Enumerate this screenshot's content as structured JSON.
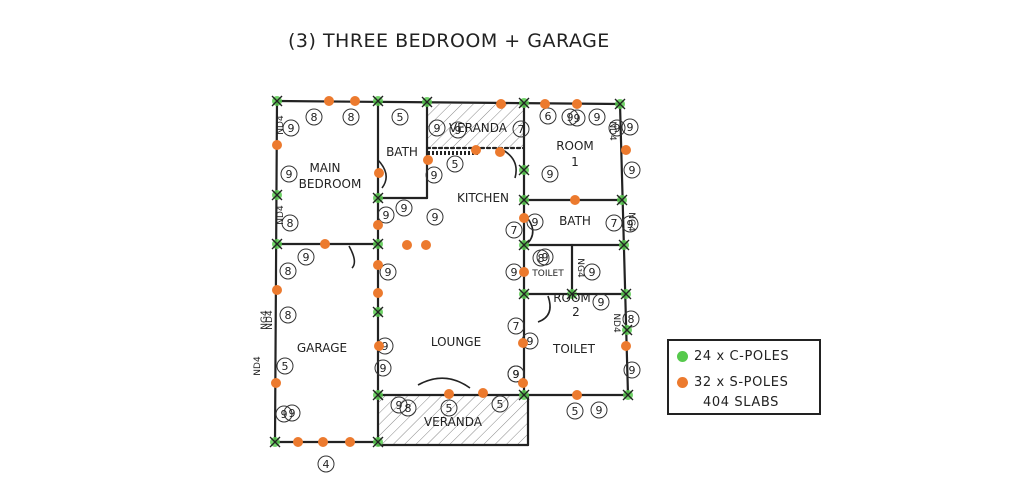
{
  "title": "(3) THREE BEDROOM + GARAGE",
  "legend": {
    "c_poles": "24 x C-POLES",
    "s_poles": "32 x S-POLES",
    "slabs": "404 SLABS"
  },
  "colors": {
    "c_pole": "#56c94c",
    "s_pole": "#ec7a2e",
    "line": "#222222"
  },
  "rooms": [
    {
      "label": "MAIN",
      "tag": "main"
    },
    {
      "label": "BEDROOM",
      "tag": "bedroom"
    },
    {
      "label": "BATH",
      "tag": "bath1"
    },
    {
      "label": "VERANDA",
      "tag": "veranda-top"
    },
    {
      "label": "ROOM",
      "tag": "room1a"
    },
    {
      "label": "1",
      "tag": "room1b"
    },
    {
      "label": "KITCHEN",
      "tag": "kitchen"
    },
    {
      "label": "BATH",
      "tag": "bath2"
    },
    {
      "label": "TOILET",
      "tag": "toilet-small"
    },
    {
      "label": "ROOM",
      "tag": "room2a"
    },
    {
      "label": "2",
      "tag": "room2b"
    },
    {
      "label": "LOUNGE",
      "tag": "lounge"
    },
    {
      "label": "TOILET",
      "tag": "toilet"
    },
    {
      "label": "GARAGE",
      "tag": "garage"
    },
    {
      "label": "VERANDA",
      "tag": "veranda-bottom"
    }
  ],
  "wall_tags": [
    "ND4",
    "ND4",
    "ND4",
    "ND4",
    "ND4",
    "ND4",
    "NG4",
    "NG4",
    "NG4"
  ],
  "slab_counts": [
    "9",
    "8",
    "8",
    "9",
    "8",
    "9",
    "8",
    "8",
    "5",
    "5",
    "9",
    "9",
    "9",
    "9",
    "9",
    "9",
    "9",
    "5",
    "6",
    "7",
    "9",
    "9",
    "7",
    "8",
    "9",
    "9",
    "9",
    "9",
    "9",
    "7",
    "9",
    "8",
    "9",
    "9",
    "5",
    "5",
    "9",
    "8",
    "9",
    "7",
    "9",
    "9",
    "9",
    "5",
    "9",
    "9",
    "9",
    "9",
    "9",
    "9",
    "9",
    "9",
    "4"
  ]
}
